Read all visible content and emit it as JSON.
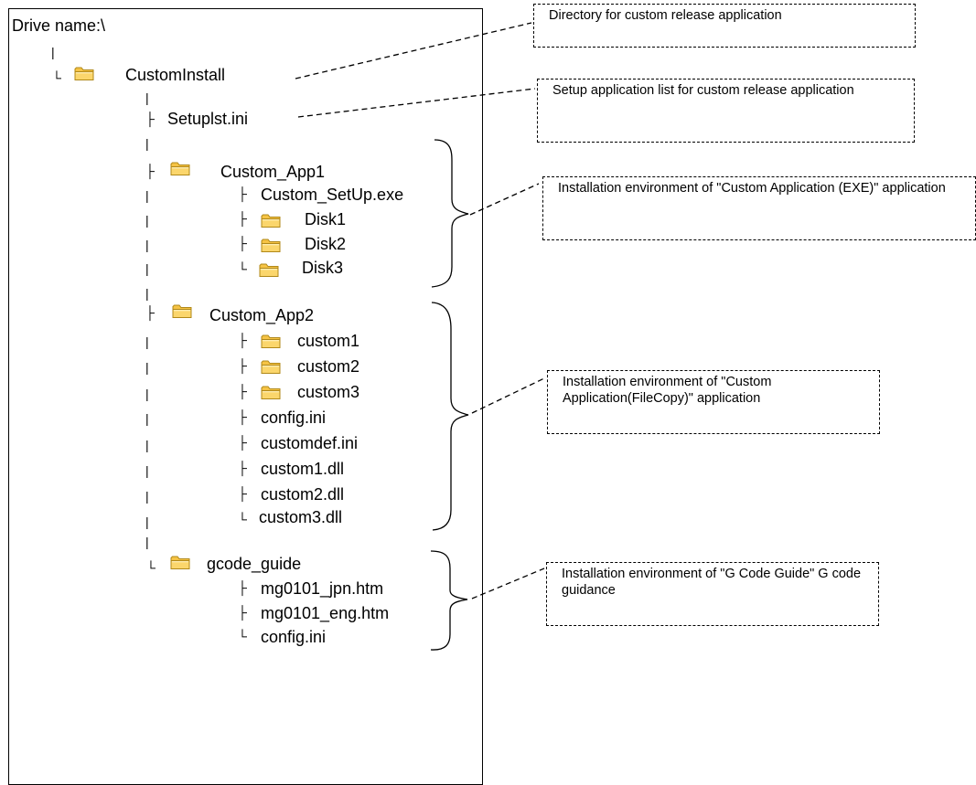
{
  "drive": {
    "label": "Drive name:\\"
  },
  "tree": {
    "root": "CustomInstall",
    "setuplst": "Setuplst.ini",
    "app1": {
      "name": "Custom_App1",
      "items": [
        "Custom_SetUp.exe",
        "Disk1",
        "Disk2",
        "Disk3"
      ]
    },
    "app2": {
      "name": "Custom_App2",
      "items": [
        "custom1",
        "custom2",
        "custom3",
        "config.ini",
        "customdef.ini",
        "custom1.dll",
        "custom2.dll",
        "custom3.dll"
      ]
    },
    "gcode": {
      "name": "gcode_guide",
      "items": [
        "mg0101_jpn.htm",
        "mg0101_eng.htm",
        "config.ini"
      ]
    }
  },
  "connectors": {
    "vbar": "|",
    "tee": "├",
    "corner": "└"
  },
  "notes": {
    "dir": "Directory for custom release application",
    "setup": "Setup application list for custom release application",
    "exe": "Installation environment of \"Custom Application (EXE)\" application",
    "filecopy": "Installation environment of \"Custom Application(FileCopy)\" application",
    "gcode": "Installation environment of \"G Code Guide\" G code guidance"
  },
  "colors": {
    "folder_fill": "#FBD66C",
    "folder_tab": "#F6C344",
    "folder_edge": "#B08818",
    "line": "#000000"
  },
  "icons": {
    "folder": "folder-icon"
  }
}
